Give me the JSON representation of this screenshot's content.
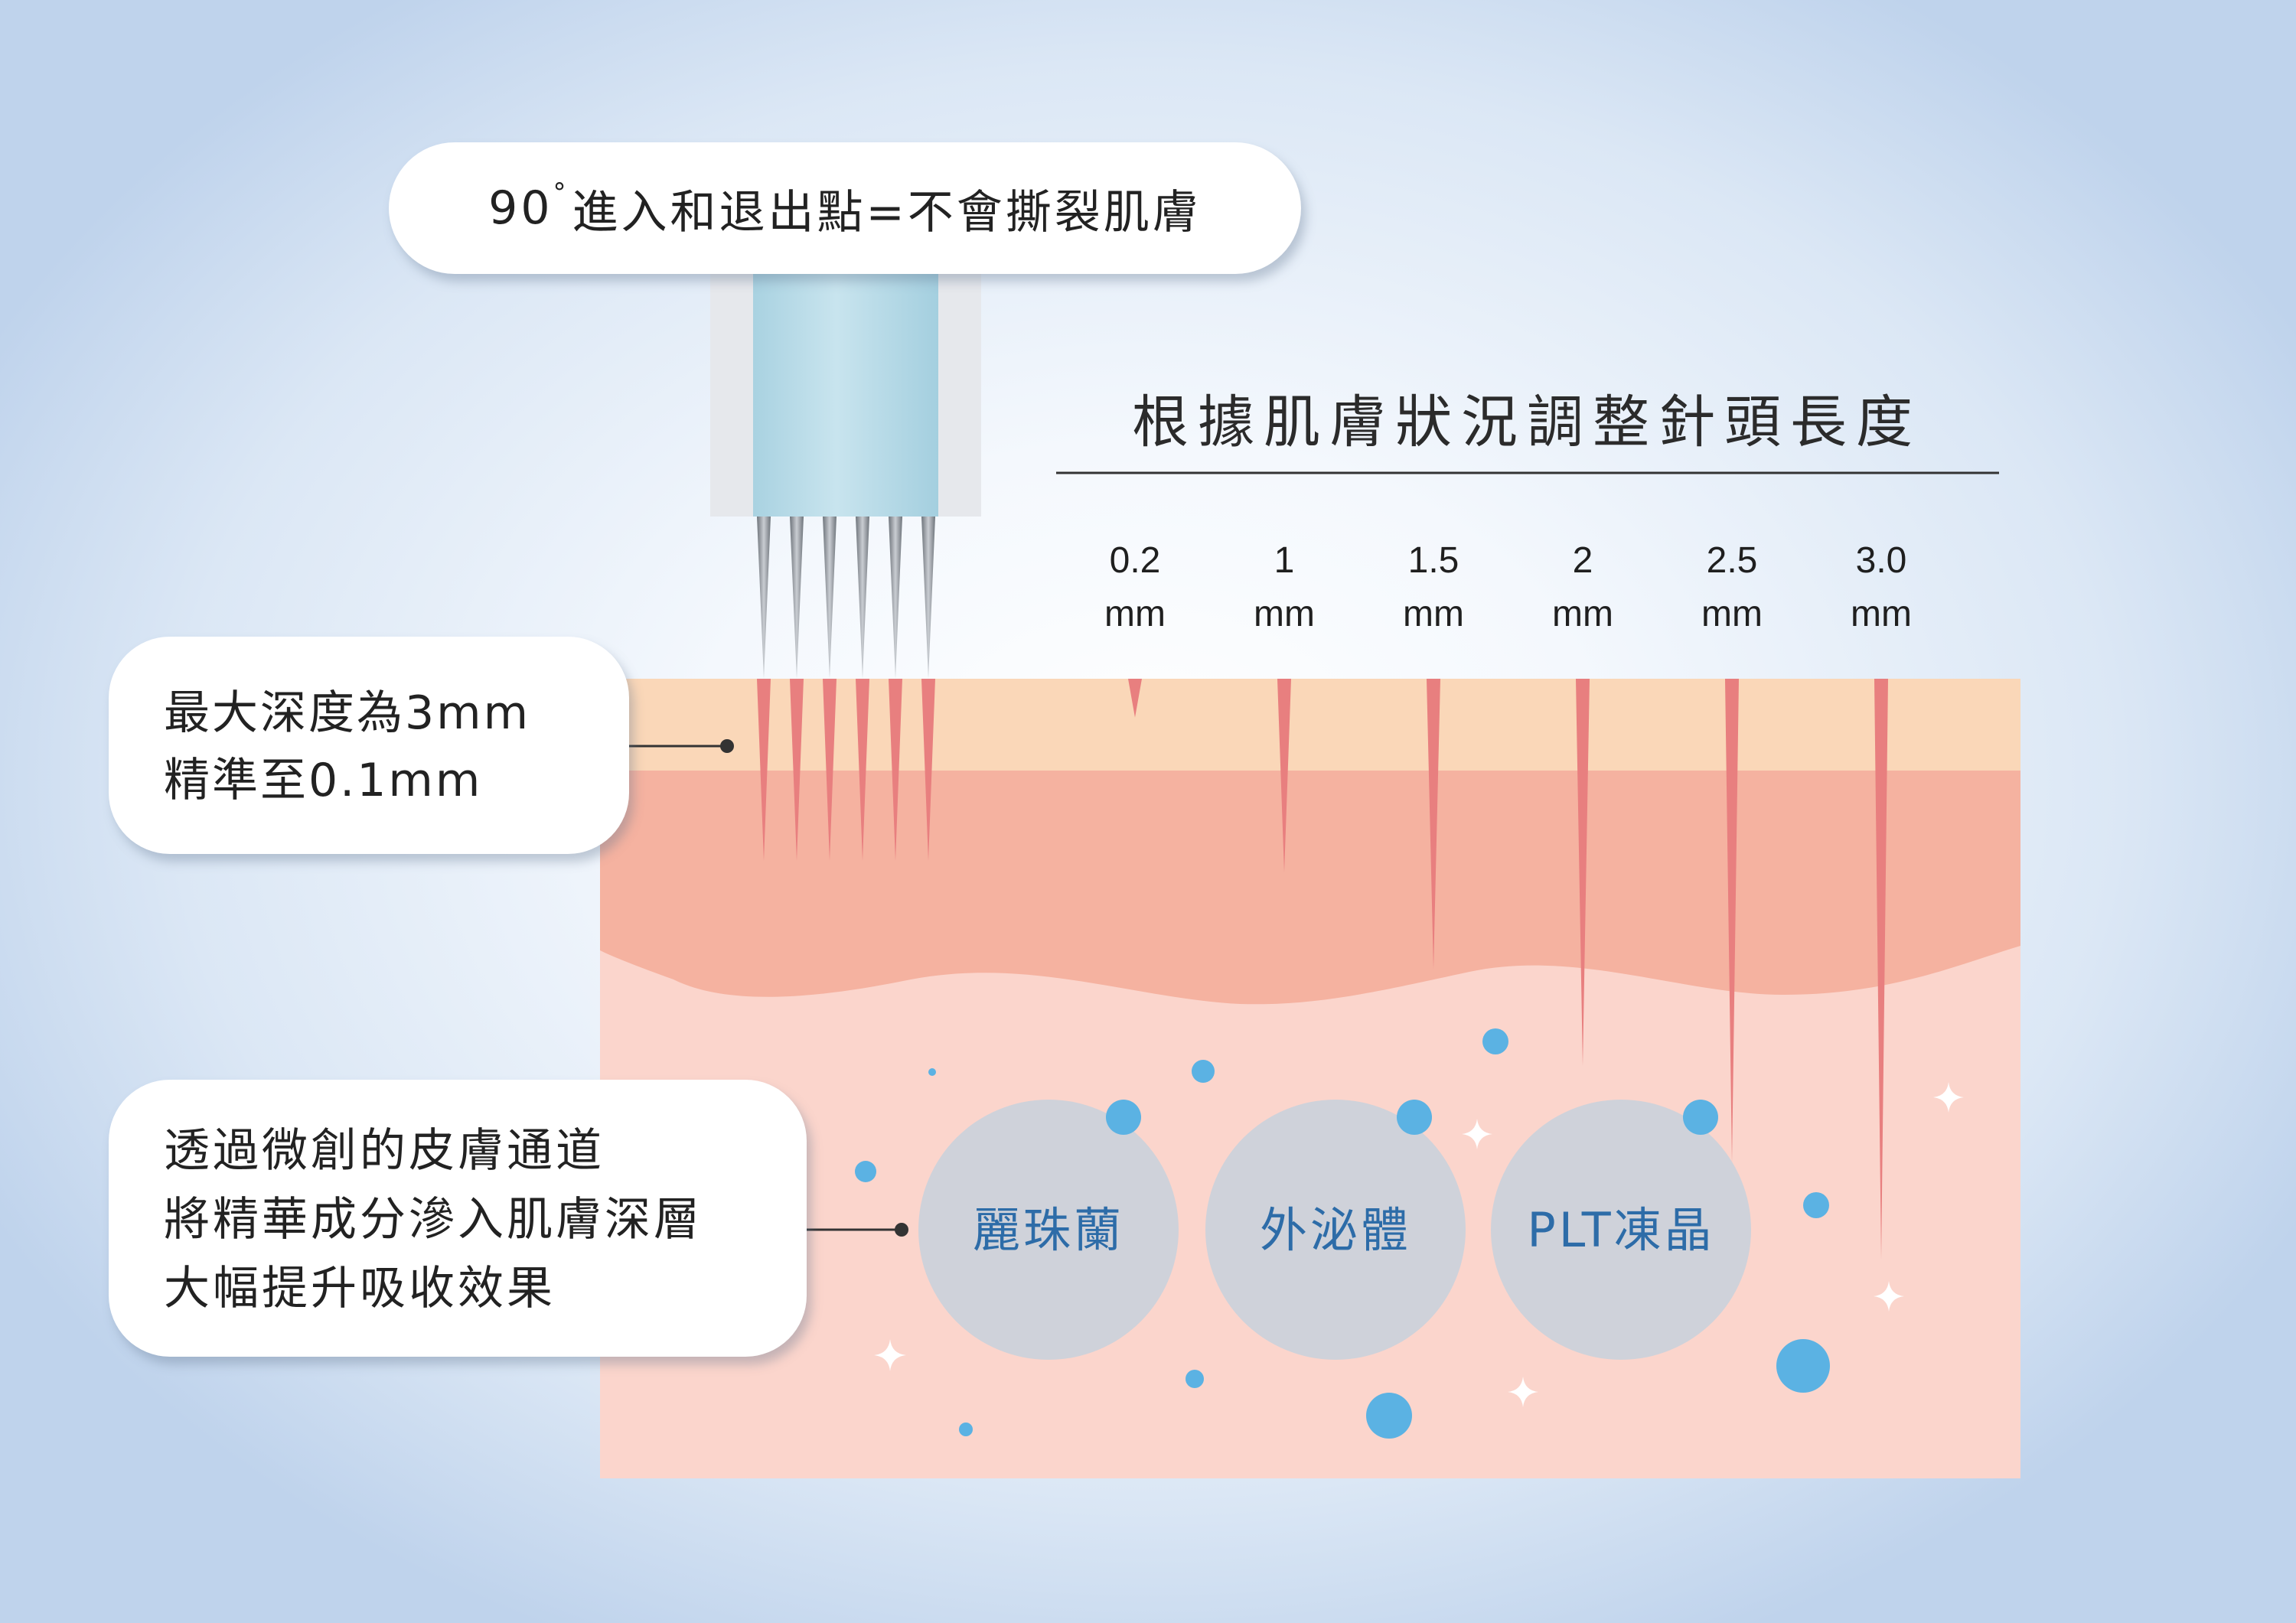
{
  "callouts": {
    "entry_point_prefix": "90",
    "entry_point_degree": "°",
    "entry_point_rest": "進入和退出點=不會撕裂肌膚",
    "max_depth_line1": "最大深度為3mm",
    "max_depth_line2": "精準至0.1mm",
    "channel_line1": "透過微創的皮膚通道",
    "channel_line2": "將精華成分滲入肌膚深層",
    "channel_line3": "大幅提升吸收效果"
  },
  "headline": "根據肌膚狀況調整針頭長度",
  "needle_lengths": [
    {
      "value": "0.2",
      "unit": "mm",
      "depth_mm": 0.2
    },
    {
      "value": "1",
      "unit": "mm",
      "depth_mm": 1.0
    },
    {
      "value": "1.5",
      "unit": "mm",
      "depth_mm": 1.5
    },
    {
      "value": "2",
      "unit": "mm",
      "depth_mm": 2.0
    },
    {
      "value": "2.5",
      "unit": "mm",
      "depth_mm": 2.5
    },
    {
      "value": "3.0",
      "unit": "mm",
      "depth_mm": 3.0
    }
  ],
  "ingredients": [
    "麗珠蘭",
    "外泌體",
    "PLT凍晶"
  ],
  "colors": {
    "epidermis": "#fad7b8",
    "dermis": "#f5b2a0",
    "hypodermis": "#fbd5cc",
    "needle_channel": "#e87f7f",
    "ingredient_circle": "#cfd2da",
    "ingredient_text": "#2d6ca8",
    "droplet": "#5bb2e3",
    "cartridge_core": "#b7dbe7"
  }
}
